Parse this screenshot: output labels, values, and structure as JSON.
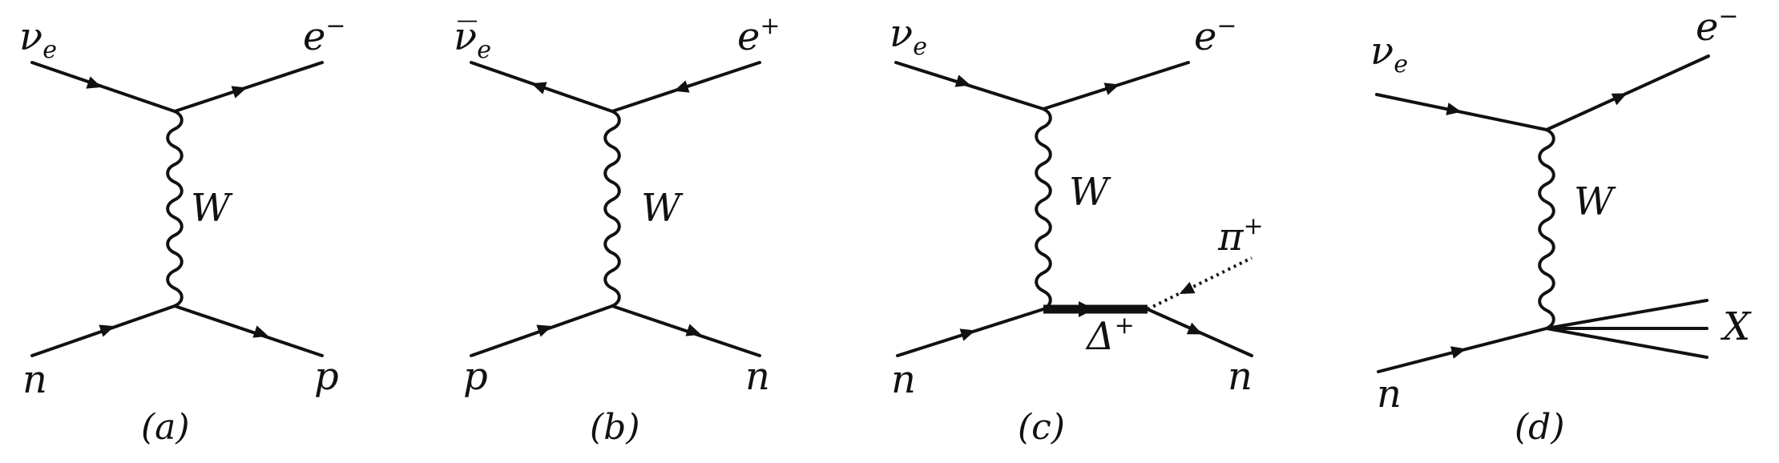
{
  "diagrams": [
    {
      "caption": "(a)",
      "top_left": {
        "base": "ν",
        "sub": "e",
        "sup": ""
      },
      "top_right": {
        "base": "e",
        "sub": "",
        "sup": "−"
      },
      "boson": "W",
      "bottom_left": {
        "base": "n"
      },
      "bottom_right": {
        "base": "p"
      }
    },
    {
      "caption": "(b)",
      "top_left": {
        "base": "ν̅",
        "sub": "e",
        "sup": ""
      },
      "top_right": {
        "base": "e",
        "sub": "",
        "sup": "+"
      },
      "boson": "W",
      "bottom_left": {
        "base": "p"
      },
      "bottom_right": {
        "base": "n"
      }
    },
    {
      "caption": "(c)",
      "top_left": {
        "base": "ν",
        "sub": "e",
        "sup": ""
      },
      "top_right": {
        "base": "e",
        "sub": "",
        "sup": "−"
      },
      "boson": "W",
      "pion": {
        "base": "π",
        "sup": "+"
      },
      "resonance": {
        "base": "Δ",
        "sup": "+"
      },
      "bottom_left": {
        "base": "n"
      },
      "bottom_right": {
        "base": "n"
      }
    },
    {
      "caption": "(d)",
      "top_left": {
        "base": "ν",
        "sub": "e",
        "sup": ""
      },
      "top_right": {
        "base": "e",
        "sub": "",
        "sup": "−"
      },
      "boson": "W",
      "bottom_left": {
        "base": "n"
      },
      "final_state": "X"
    }
  ]
}
